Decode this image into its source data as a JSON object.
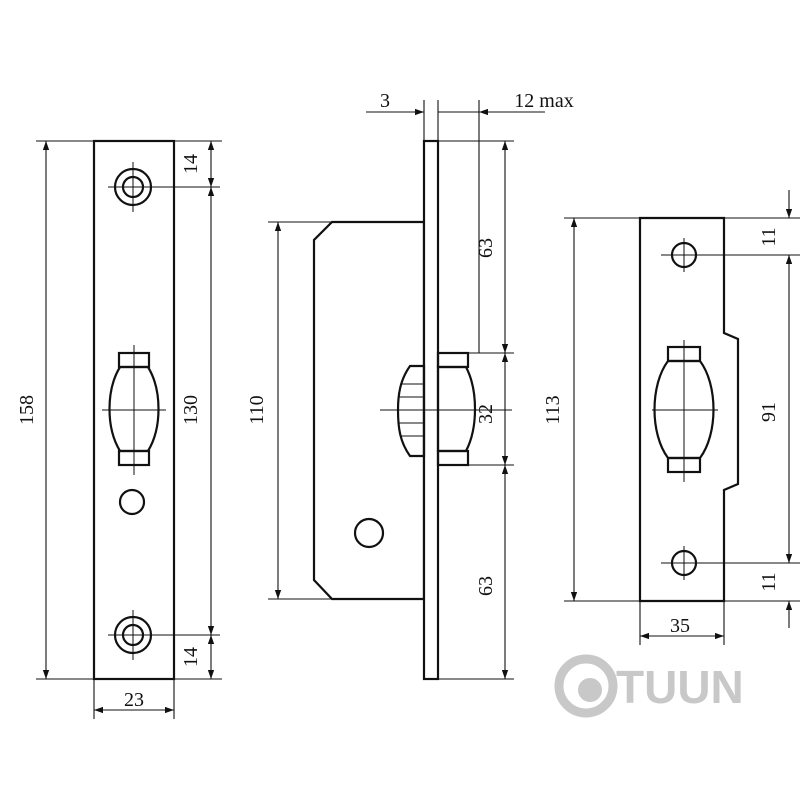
{
  "front_view": {
    "height_total": "158",
    "height_between": "130",
    "top_offset": "14",
    "bottom_offset": "14",
    "width": "23"
  },
  "side_view": {
    "plate_thickness": "3",
    "projection_max": "12 max",
    "body_height": "110",
    "top_to_hook": "63",
    "hook_height": "32",
    "hook_to_bottom": "63"
  },
  "strike_view": {
    "height_total": "113",
    "hole_top_offset": "11",
    "hole_spacing": "91",
    "hole_bottom_offset": "11",
    "width": "35"
  },
  "watermark": {
    "text": "TUUN",
    "icon": "tuun-logo-icon",
    "color": "#c8c8c8"
  }
}
